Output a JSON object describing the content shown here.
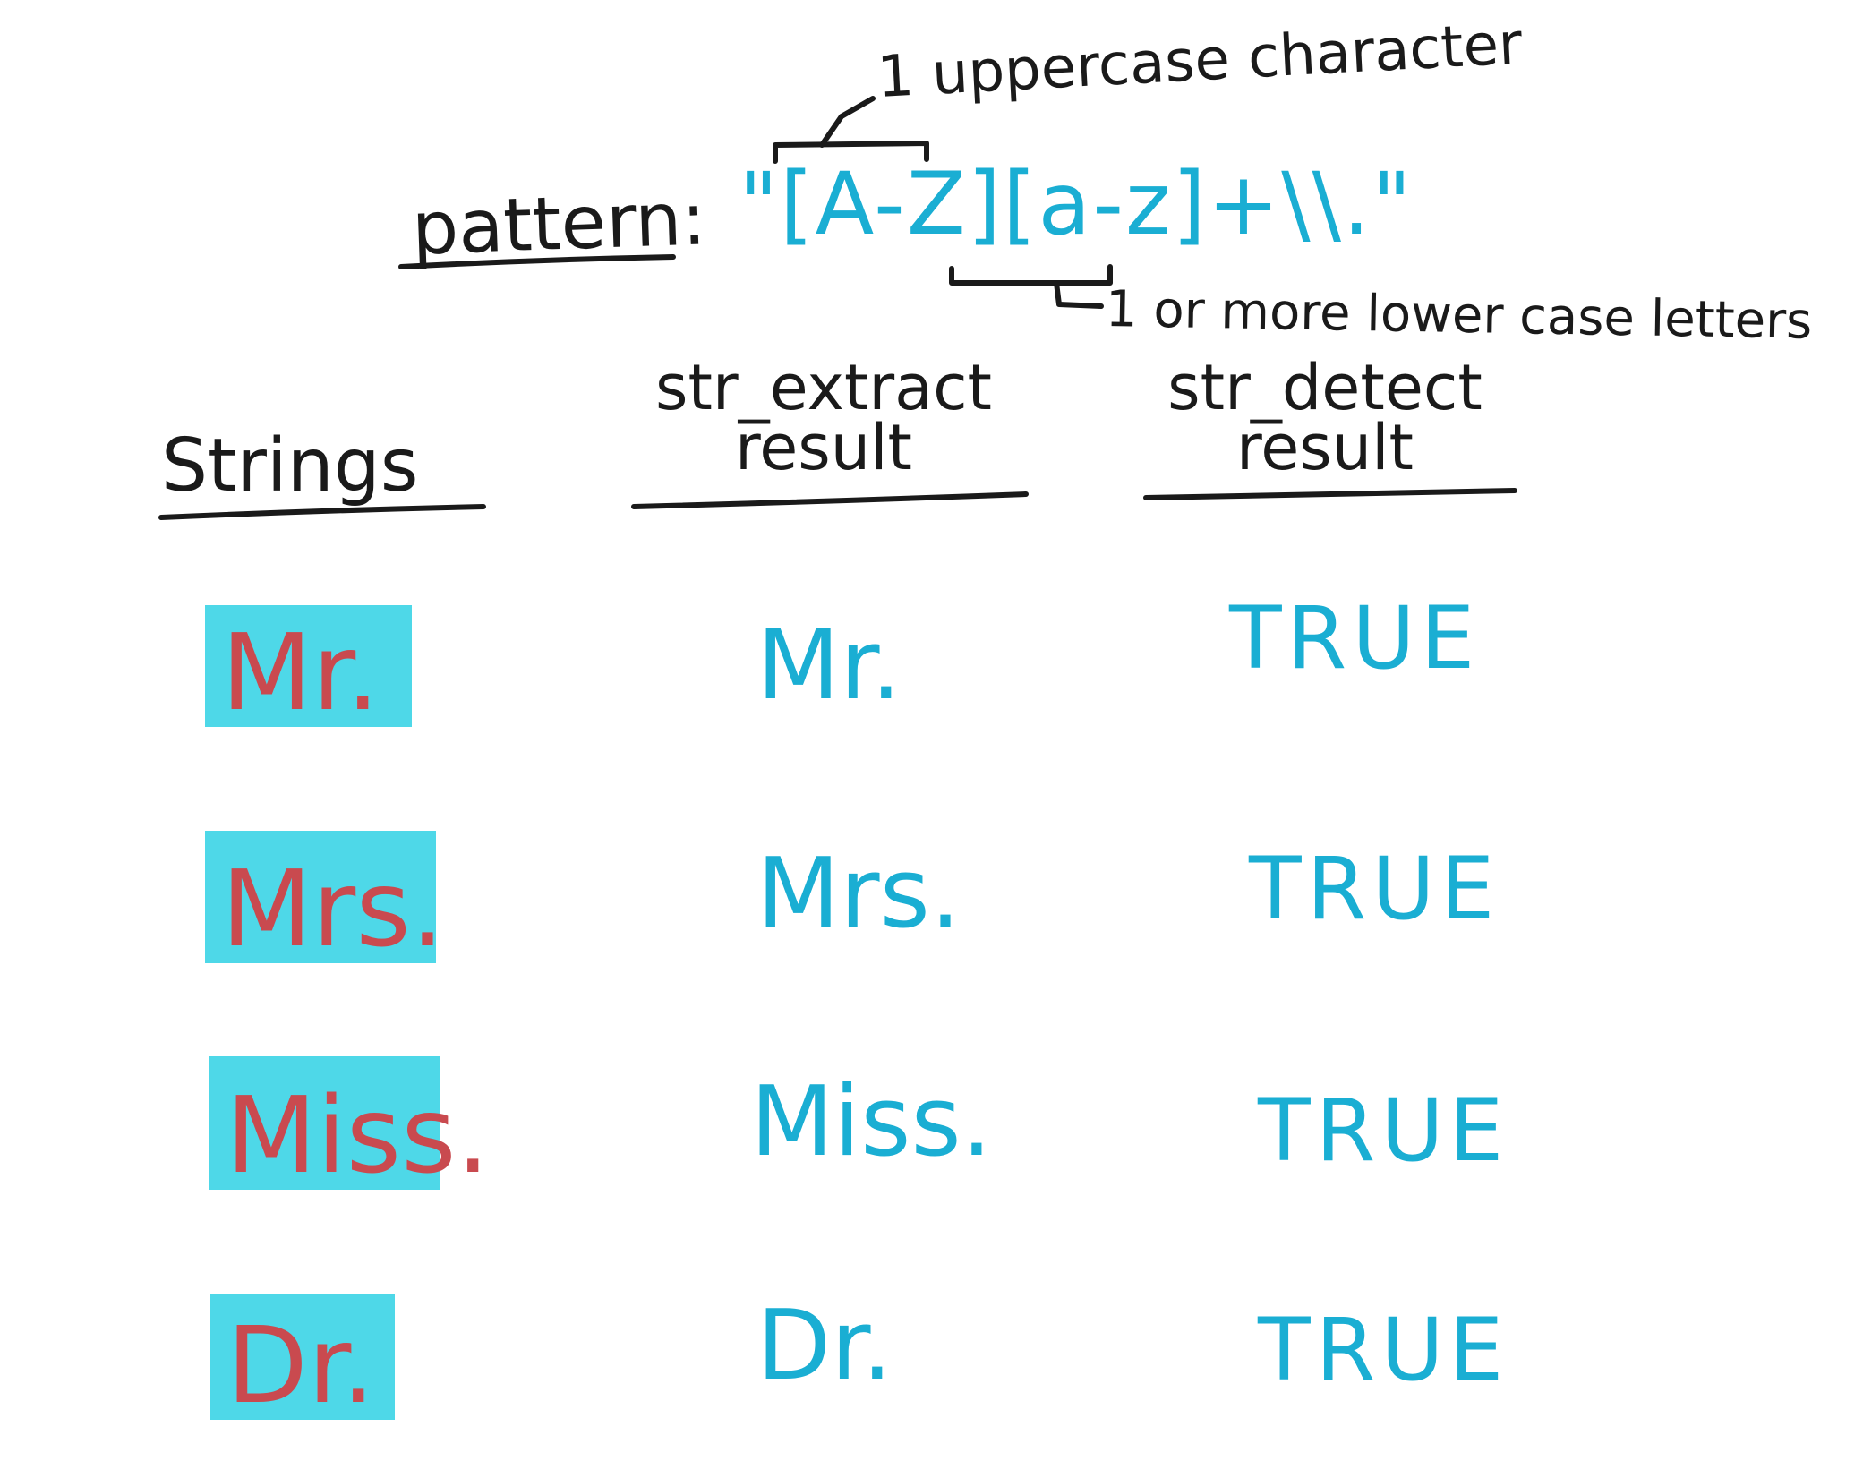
{
  "pattern": {
    "label": "pattern:",
    "value": "\"[A-Z][a-z]+\\\\.\"",
    "annotation_upper": "1 uppercase character",
    "annotation_lower": "1 or more lower case letters"
  },
  "headers": {
    "strings": "Strings",
    "extract": "str_extract result",
    "detect": "str_detect result"
  },
  "rows": [
    {
      "string": "Mr.",
      "extract": "Mr.",
      "detect": "TRUE"
    },
    {
      "string": "Mrs.",
      "extract": "Mrs.",
      "detect": "TRUE"
    },
    {
      "string": "Miss.",
      "extract": "Miss.",
      "detect": "TRUE"
    },
    {
      "string": "Dr.",
      "extract": "Dr.",
      "detect": "TRUE"
    }
  ],
  "colors": {
    "ink": "#1a1a1a",
    "accent": "#1aaed3",
    "highlight": "#4ed8e8",
    "string_text": "#c94a4f"
  }
}
